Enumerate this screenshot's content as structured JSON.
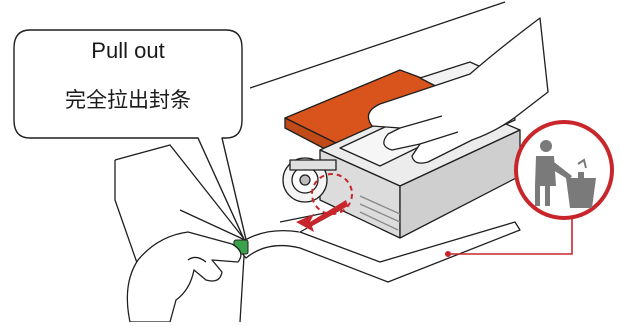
{
  "callout": {
    "line1": "Pull out",
    "line2": "完全拉出封条"
  },
  "icons": {
    "callout": "speech-bubble",
    "cartridge": "toner-cartridge-illustration",
    "seal_strip": "seal-strip",
    "hand_top": "hand-pressing-icon",
    "hand_bottom": "hand-pulling-icon",
    "arrow": "pull-direction-arrow",
    "dispose": "dispose-trash-icon"
  },
  "colors": {
    "accent": "#c8262a",
    "cartridge_orange": "#d9541c",
    "tape_green": "#3aa24a",
    "outline": "#1f1f1f"
  }
}
